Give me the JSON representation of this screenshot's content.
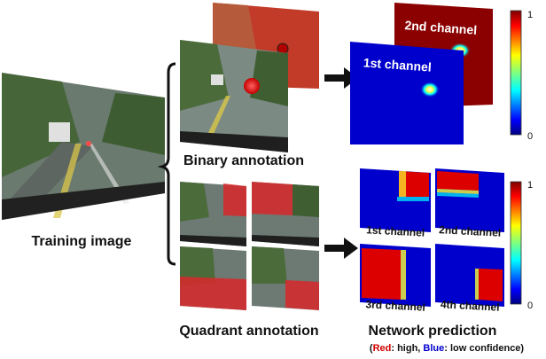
{
  "labels": {
    "training_image": "Training image",
    "binary_annotation": "Binary annotation",
    "quadrant_annotation": "Quadrant annotation",
    "network_prediction": "Network prediction",
    "legend_open": "(",
    "legend_red": "Red",
    "legend_mid": ": high, ",
    "legend_blue": "Blue",
    "legend_end": ": low confidence)"
  },
  "binary_channels": [
    "1st channel",
    "2nd channel"
  ],
  "prediction_channels": [
    "1st channel",
    "2nd channel",
    "3rd channel",
    "4th channel"
  ],
  "colorbar_top": {
    "max": "1",
    "min": "0"
  },
  "colorbar_bottom": {
    "max": "1",
    "min": "0"
  },
  "colors": {
    "red": "#cc0000",
    "blue": "#0000cc",
    "heat_red": "#8b0000",
    "heat_blue": "#00008b"
  }
}
